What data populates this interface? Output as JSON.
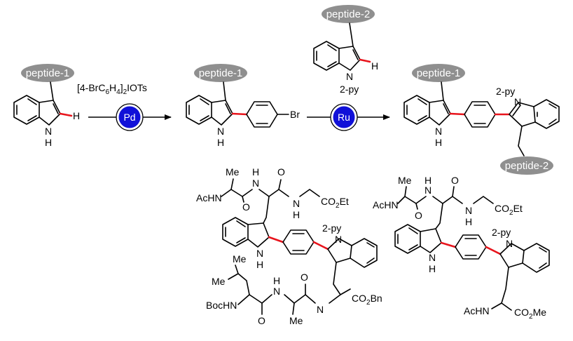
{
  "colors": {
    "highlight_bond": "#e8141c",
    "catalyst_fill": "#1010d8",
    "peptide_tag_fill": "#8f8f8f"
  },
  "scheme": {
    "peptide1_label": "peptide-1",
    "peptide2_label": "peptide-2",
    "reagent_base": "[4-BrC",
    "reagent_sub1": "6",
    "reagent_mid": "H",
    "reagent_sub2": "4",
    "reagent_end": "]",
    "reagent_sub3": "2",
    "reagent_tail": "IOTs",
    "pd_label": "Pd",
    "ru_label": "Ru",
    "two_py": "2-py",
    "h_label": "H",
    "n_label": "N",
    "nh_label": "N",
    "br_label": "Br"
  },
  "examples": {
    "left": {
      "ach_n": "AcHN",
      "me": "Me",
      "nh_label": "N",
      "h_label": "H",
      "o_label": "O",
      "co2et": "CO",
      "co2et_sub": "2",
      "co2et_tail": "Et",
      "two_py": "2-py",
      "me_leu1": "Me",
      "me_leu2": "Me",
      "bochn": "BocHN",
      "co2bn": "CO",
      "co2bn_sub": "2",
      "co2bn_tail": "Bn"
    },
    "right": {
      "ach_n": "AcHN",
      "me": "Me",
      "nh_label": "N",
      "h_label": "H",
      "o_label": "O",
      "co2et": "CO",
      "co2et_sub": "2",
      "co2et_tail": "Et",
      "two_py": "2-py",
      "ach_n2": "AcHN",
      "co2me": "CO",
      "co2me_sub": "2",
      "co2me_tail": "Me"
    }
  }
}
